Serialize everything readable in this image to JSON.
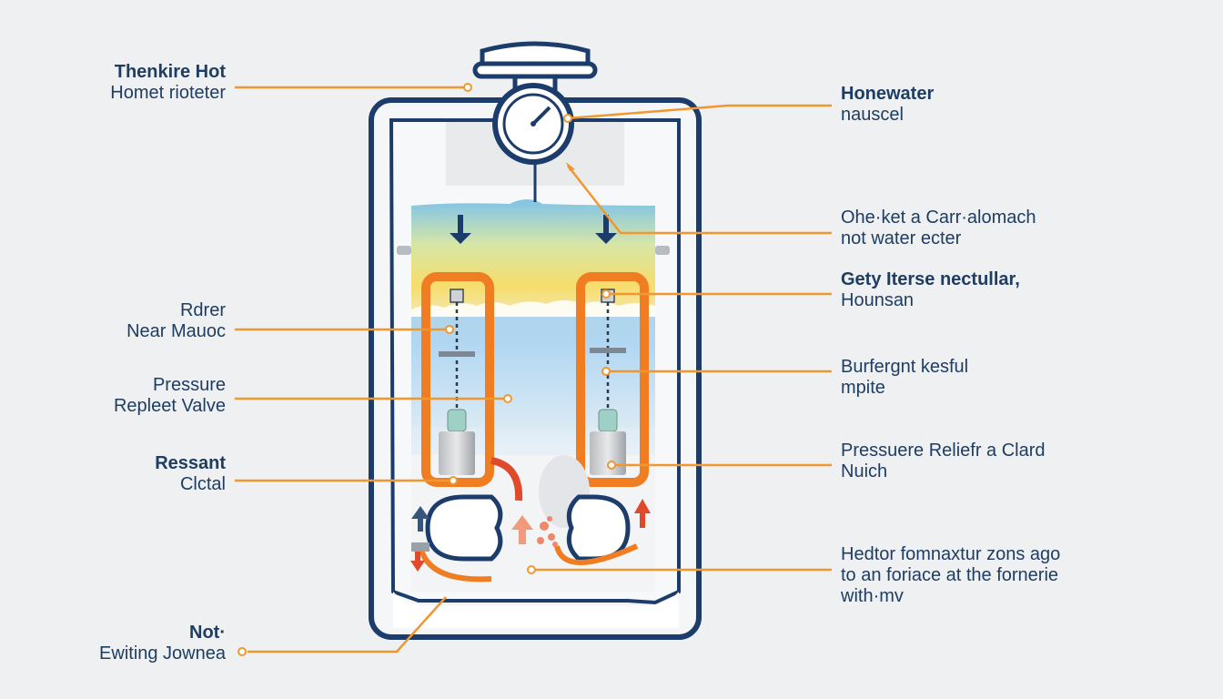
{
  "colors": {
    "outline": "#1c3d6b",
    "leader": "#f0972f",
    "heater": "#f07d22",
    "background": "#eef0f1",
    "water_top": "#7ec3ea",
    "water_warm": "#f6dd6b",
    "water_bottom": "#b9dcf2"
  },
  "callouts": {
    "left": [
      {
        "line1": "Thenkire Hot",
        "line2": "Homet rioteter"
      },
      {
        "line1": "Rdrer",
        "line2": "Near Mauoc"
      },
      {
        "line1": "Pressure",
        "line2": "Repleet Valve"
      },
      {
        "line1": "Ressant",
        "line2": "Clctal"
      },
      {
        "line1": "Not·",
        "line2": "Ewiting Jownea"
      }
    ],
    "right": [
      {
        "line1": "Honewater",
        "line2": "nauscel"
      },
      {
        "line1": "Ohe·ket a Carr·alomach",
        "line2": "not water ecter"
      },
      {
        "line1": "Gety Iterse nectullar,",
        "line2": "Hounsan"
      },
      {
        "line1": "Burfergnt kesful",
        "line2": "mpite"
      },
      {
        "line1": "Pressuere Reliefr a Clard",
        "line2": "Nuich"
      },
      {
        "line1": "Hedtor fomnaxtur zons ago",
        "line2": "to an foriace at the fornerie",
        "line3": "with·mv"
      }
    ]
  },
  "icons": [
    "pressure-gauge-icon",
    "down-arrow-icon",
    "up-arrow-icon",
    "heating-element-icon"
  ]
}
